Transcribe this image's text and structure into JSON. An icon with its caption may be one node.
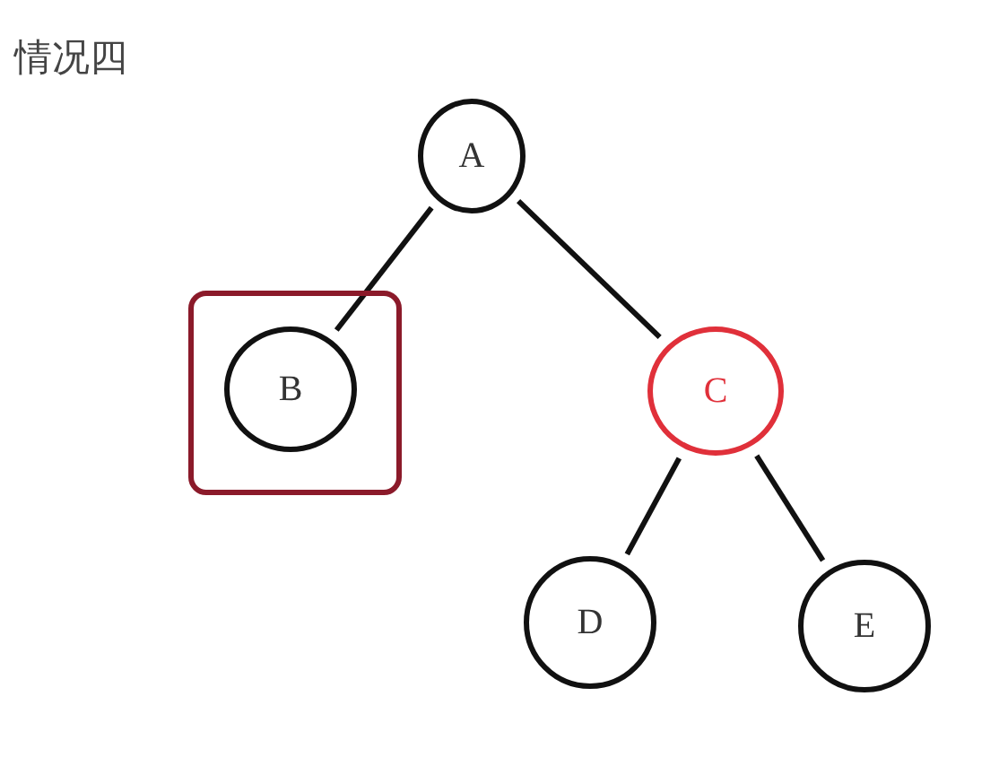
{
  "diagram": {
    "title": "情况四",
    "nodes": [
      {
        "text": [
          "A"
        ]
      },
      {
        "text": [],
        "shape": "box"
      },
      {
        "text": [
          "B"
        ],
        "in": 1
      },
      {
        "text": [
          "C"
        ]
      },
      {
        "text": [
          "D"
        ]
      },
      {
        "text": [
          "E"
        ]
      }
    ],
    "edges": [
      {
        "from": 0,
        "to": 2,
        "arrow": "none"
      },
      {
        "from": 0,
        "to": 3,
        "arrow": "none"
      },
      {
        "from": 3,
        "to": 4,
        "arrow": "none"
      },
      {
        "from": 3,
        "to": 5,
        "arrow": "none"
      }
    ]
  }
}
